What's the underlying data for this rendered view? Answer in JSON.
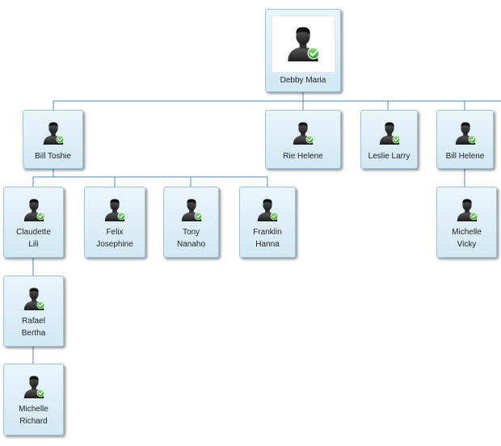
{
  "org_chart": {
    "accent": "#4a8ab3",
    "node_fill": "#dcecf6",
    "icon": "user-avatar-check-icon",
    "root": {
      "id": "debby",
      "name": "Debby Maria"
    },
    "nodes": [
      {
        "id": "bill-toshie",
        "name": "Bill Toshie",
        "parent": "debby"
      },
      {
        "id": "rie-helene",
        "name": "Rie Helene",
        "parent": "debby"
      },
      {
        "id": "leslie-larry",
        "name": "Leslie Larry",
        "parent": "debby"
      },
      {
        "id": "bill-helene",
        "name": "Bill Helene",
        "parent": "debby"
      },
      {
        "id": "claudette-lili",
        "lines": [
          "Claudette",
          "Lili"
        ],
        "parent": "bill-toshie"
      },
      {
        "id": "felix-josephine",
        "lines": [
          "Felix",
          "Josephine"
        ],
        "parent": "bill-toshie"
      },
      {
        "id": "tony-nanaho",
        "lines": [
          "Tony",
          "Nanaho"
        ],
        "parent": "bill-toshie"
      },
      {
        "id": "franklin-hanna",
        "lines": [
          "Franklin",
          "Hanna"
        ],
        "parent": "bill-toshie"
      },
      {
        "id": "michelle-vicky",
        "lines": [
          "Michelle",
          "Vicky"
        ],
        "parent": "bill-helene"
      },
      {
        "id": "rafael-bertha",
        "lines": [
          "Rafael",
          "Bertha"
        ],
        "parent": "claudette-lili"
      },
      {
        "id": "michelle-richard",
        "lines": [
          "Michelle",
          "Richard"
        ],
        "parent": "rafael-bertha"
      }
    ]
  }
}
